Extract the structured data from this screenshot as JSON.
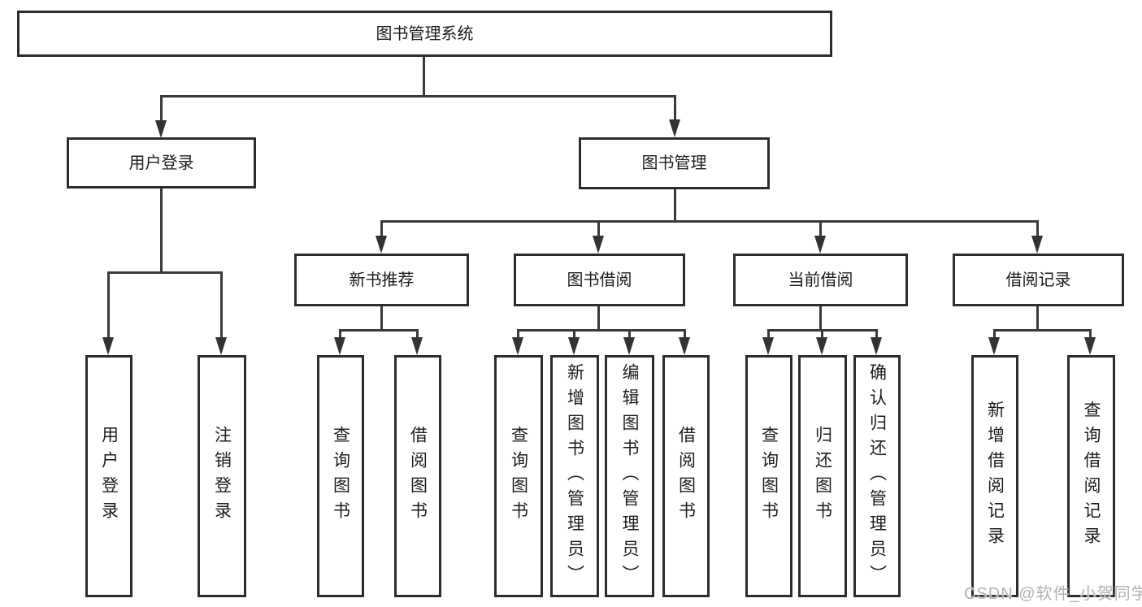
{
  "diagram": {
    "root": {
      "label": "图书管理系统"
    },
    "level2": [
      {
        "label": "用户登录"
      },
      {
        "label": "图书管理"
      }
    ],
    "level3": [
      {
        "label": "新书推荐"
      },
      {
        "label": "图书借阅"
      },
      {
        "label": "当前借阅"
      },
      {
        "label": "借阅记录"
      }
    ],
    "leaves": [
      {
        "label": "用户登录"
      },
      {
        "label": "注销登录"
      },
      {
        "label": "查询图书"
      },
      {
        "label": "借阅图书"
      },
      {
        "label": "查询图书"
      },
      {
        "label": "新增图书（管理员）"
      },
      {
        "label": "编辑图书（管理员）"
      },
      {
        "label": "借阅图书"
      },
      {
        "label": "查询图书"
      },
      {
        "label": "归还图书"
      },
      {
        "label": "确认归还（管理员）"
      },
      {
        "label": "新增借阅记录"
      },
      {
        "label": "查询借阅记录"
      }
    ]
  },
  "watermark": {
    "text": "CSDN @软件_小贺同学"
  },
  "colors": {
    "line": "#3a3a3a",
    "box_border": "#2d2d2d",
    "text": "#1c1c1c",
    "background": "#ffffff",
    "watermark": "#b1b1b1"
  }
}
